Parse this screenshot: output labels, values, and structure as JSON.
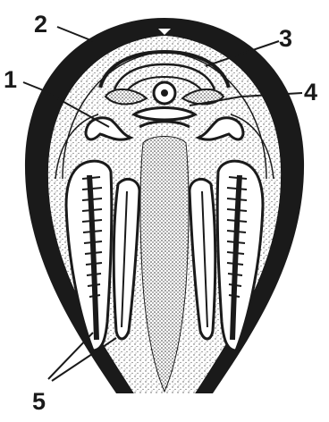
{
  "diagram": {
    "labels": [
      {
        "id": "label-1",
        "text": "1"
      },
      {
        "id": "label-2",
        "text": "2"
      },
      {
        "id": "label-3",
        "text": "3"
      },
      {
        "id": "label-4",
        "text": "4"
      },
      {
        "id": "label-5",
        "text": "5"
      }
    ]
  },
  "colors": {
    "ink": "#1a1a1a",
    "stipple": "#555555",
    "paper": "#ffffff"
  }
}
